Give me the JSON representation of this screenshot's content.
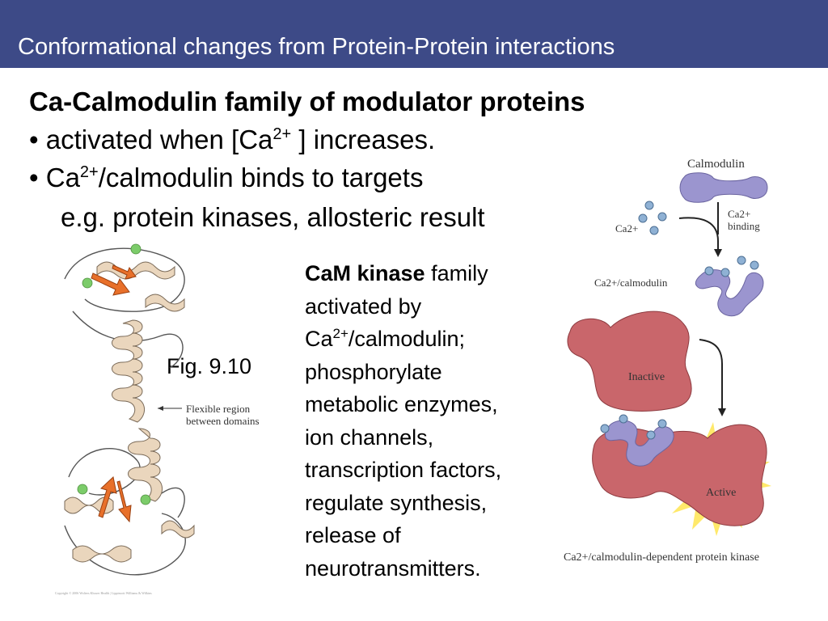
{
  "slide": {
    "title": "Conformational changes from Protein-Protein interactions",
    "heading": "Ca-Calmodulin family of modulator proteins",
    "bullets": [
      {
        "bullet": "•",
        "pre": "activated when [Ca",
        "sup": "2+",
        "post": " ] increases."
      },
      {
        "bullet": "•",
        "pre": "Ca",
        "sup": "2+",
        "post": "/calmodulin binds to targets"
      }
    ],
    "example_line": "e.g. protein kinases, allosteric result",
    "fig_label": "Fig. 9.10",
    "cam_kinase": {
      "bold": "CaM kinase",
      "line1_rest": " family",
      "line2": "activated by",
      "line3_pre": "Ca",
      "line3_sup": "2+",
      "line3_post": "/calmodulin;",
      "line4": "phosphorylate",
      "line5": "metabolic enzymes,",
      "line6": "ion channels,",
      "line7": "transcription factors,",
      "line8": "regulate synthesis,",
      "line9": "release of",
      "line10": "neurotransmitters."
    }
  },
  "left_figure": {
    "annotation_line1": "Flexible region",
    "annotation_line2": "between domains",
    "copyright": "Copyright © 2006 Wolters Kluwer Health | Lippincott Williams & Wilkins"
  },
  "right_figure": {
    "calmodulin_label": "Calmodulin",
    "ca_label": "Ca2+",
    "binding_label_1": "Ca2+",
    "binding_label_2": "binding",
    "ca_calmodulin_label": "Ca2+/calmodulin",
    "inactive_label": "Inactive",
    "active_label": "Active",
    "kinase_label": "Ca2+/calmodulin-dependent protein kinase"
  },
  "colors": {
    "title_bar": "#3d4a87",
    "calmodulin": "#9b95cf",
    "calcium_ion": "#8fb1d4",
    "kinase": "#c9666b",
    "active_glow": "#ffe23a",
    "helix": "#ead6bd",
    "arrow_sheet": "#e8702a",
    "ion_sphere": "#7ccc6a"
  }
}
